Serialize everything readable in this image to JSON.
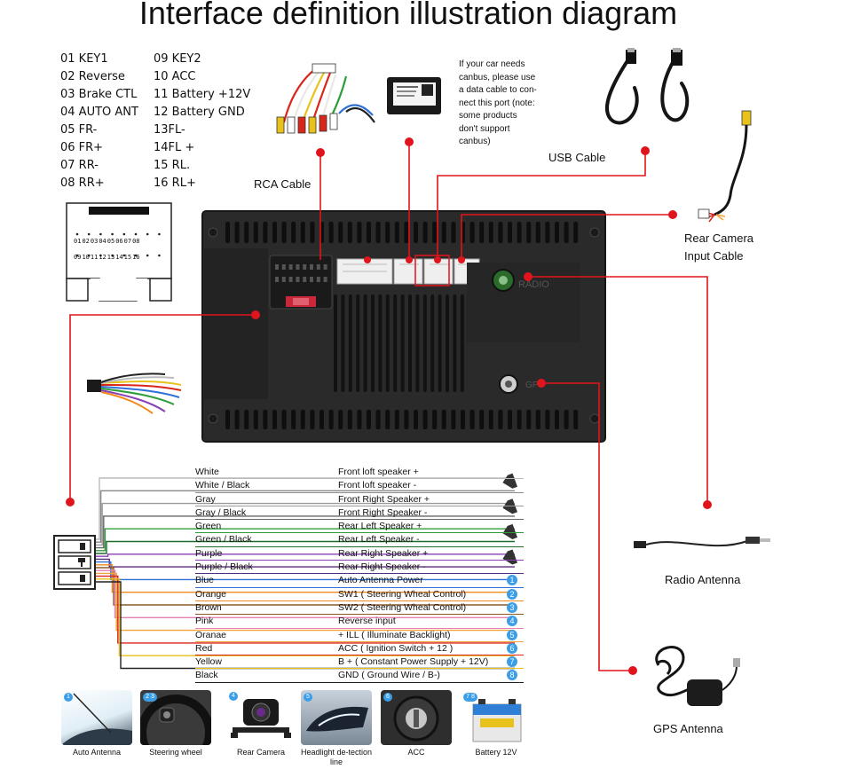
{
  "title": "Interface definition illustration diagram",
  "pin_list_left": [
    "01 KEY1",
    "02 Reverse",
    "03 Brake CTL",
    "04 AUTO ANT",
    "05 FR-",
    "06 FR+",
    "07 RR-",
    "08 RR+"
  ],
  "pin_list_right": [
    "09 KEY2",
    "10 ACC",
    "11 Battery +12V",
    "12 Battery GND",
    "13FL-",
    "14FL +",
    "15 RL.",
    "16 RL+"
  ],
  "connector_pins_top": [
    "01",
    "02",
    "03",
    "04",
    "05",
    "06",
    "07",
    "08"
  ],
  "connector_pins_bottom": [
    "09",
    "10",
    "11",
    "12",
    "13",
    "14",
    "15",
    "16"
  ],
  "labels": {
    "rca_cable": "RCA Cable",
    "usb_cable": "USB Cable",
    "rear_camera_line1": "Rear Camera",
    "rear_camera_line2": "Input Cable",
    "radio_antenna": "Radio Antenna",
    "gps_antenna": "GPS Antenna",
    "radio_port": "RADIO",
    "gps_port": "GPS"
  },
  "canbus_note": [
    "If your car needs",
    "canbus, please use",
    "a data cable to con-",
    "nect this port (note:",
    "some products",
    "don't support",
    "canbus)"
  ],
  "wire_table": [
    {
      "color": "White",
      "function": "Front loft speaker  +",
      "hex": "#bbbbbb",
      "badge": ""
    },
    {
      "color": "White / Black",
      "function": "Front loft speaker  -",
      "hex": "#888888",
      "badge": ""
    },
    {
      "color": "Gray",
      "function": "Front Right Speaker +",
      "hex": "#9a9a9a",
      "badge": ""
    },
    {
      "color": "Gray / Black",
      "function": "Front Right Speaker -",
      "hex": "#666666",
      "badge": ""
    },
    {
      "color": "Green",
      "function": "Rear Left Speaker +",
      "hex": "#2e9e3a",
      "badge": ""
    },
    {
      "color": "Green / Black",
      "function": "Rear Left Speaker -",
      "hex": "#1f6b28",
      "badge": ""
    },
    {
      "color": "Purple",
      "function": "Rear Right Speaker +",
      "hex": "#8a3fb5",
      "badge": ""
    },
    {
      "color": "Purple / Black",
      "function": "Rear Right Speaker -",
      "hex": "#5a2a7a",
      "badge": ""
    },
    {
      "color": "Blue",
      "function": "Auto Antenna Power",
      "hex": "#2f6fd6",
      "badge": "1"
    },
    {
      "color": "Orange",
      "function": "SW1 ( Steering Wheal Control)",
      "hex": "#f08a1c",
      "badge": "2"
    },
    {
      "color": "Brown",
      "function": "SW2 ( Steering Wheal Control)",
      "hex": "#8b5a2b",
      "badge": "3"
    },
    {
      "color": "Pink",
      "function": "Reverse input",
      "hex": "#e87fb5",
      "badge": "4"
    },
    {
      "color": "Oranae",
      "function": "+ ILL ( Illuminate Backlight)",
      "hex": "#f3a23a",
      "badge": "5"
    },
    {
      "color": "Red",
      "function": "ACC ( Ignition Switch + 12 )",
      "hex": "#d9261c",
      "badge": "6"
    },
    {
      "color": "Yellow",
      "function": "B + ( Constant Power Supply + 12V)",
      "hex": "#e8c21a",
      "badge": "7"
    },
    {
      "color": "Black",
      "function": "GND ( Ground Wire / B-)",
      "hex": "#222222",
      "badge": "8"
    }
  ],
  "accessories": [
    {
      "caption": "Auto Antenna",
      "badge": "1"
    },
    {
      "caption": "Steering wheel",
      "badge": "2 3"
    },
    {
      "caption": "Rear Camera",
      "badge": "4"
    },
    {
      "caption": "Headlight de-tection line",
      "badge": "5"
    },
    {
      "caption": "ACC",
      "badge": "6"
    },
    {
      "caption": "Battery 12V",
      "badge": "7 8"
    }
  ],
  "colors": {
    "pointer": "#e0141c",
    "unit_body": "#2a2a2a",
    "badge": "#3b9ee6"
  }
}
